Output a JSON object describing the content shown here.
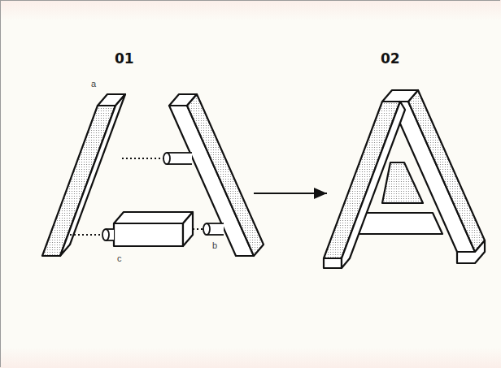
{
  "diagram": {
    "labels": [
      "01",
      "a",
      "b",
      "c",
      "02"
    ]
  }
}
